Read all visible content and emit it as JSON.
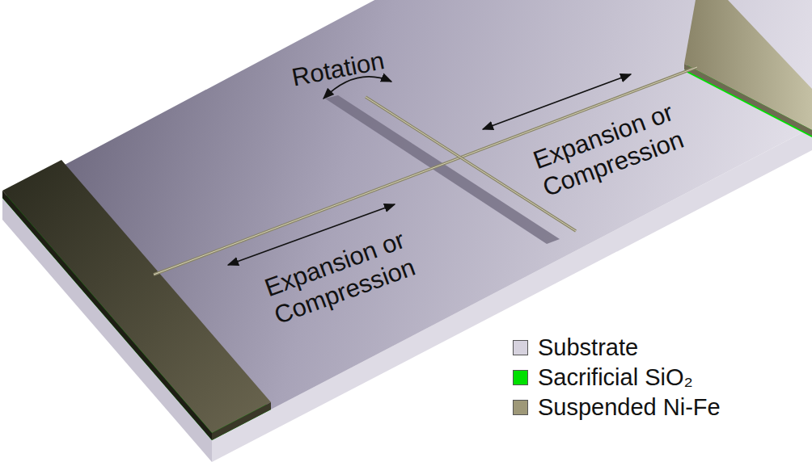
{
  "diagram": {
    "labels": [
      "Rotation",
      "Expansion or Compression",
      "Expansion or Compression"
    ],
    "legend": [
      {
        "text": "Substrate",
        "color": "#d6d2de"
      },
      {
        "text": "Sacrificial SiO₂",
        "color": "#00e000"
      },
      {
        "text": "Suspended Ni-Fe",
        "color": "#9e9878"
      }
    ]
  }
}
